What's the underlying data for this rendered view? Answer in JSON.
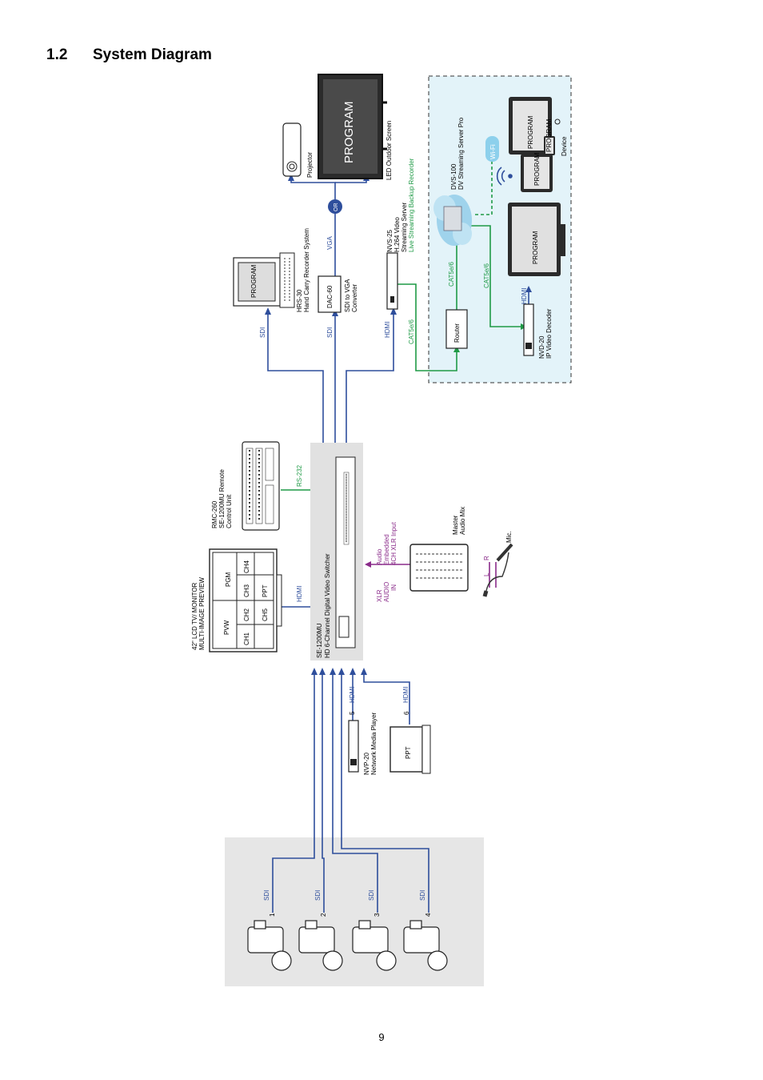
{
  "heading": {
    "number": "1.2",
    "title": "System Diagram"
  },
  "page_number": "9",
  "colors": {
    "sdi": "#2e4e9c",
    "green": "#1f9a46",
    "audio": "#8a2b8a",
    "cloud_area": "#e3f3f9",
    "camera_area": "#e6e6e6"
  },
  "switcher": {
    "model": "SE-1200MU",
    "desc": "HD 6-Channel Digital Video Switcher"
  },
  "monitor": {
    "line1": "42\" LCD TV/ MONITOR",
    "line2": "MULTI-IMAGE PREVIEW",
    "cells": [
      "PVW",
      "PGM",
      "CH1",
      "CH2",
      "CH3",
      "CH4",
      "CH5",
      "PPT"
    ]
  },
  "rmc": {
    "line1": "RMC-260",
    "line2": "SE-1200MU Remote",
    "line3": "Control Unit"
  },
  "hrs": {
    "line1": "HRS-30",
    "line2": "Hand Carry Recorder System",
    "screen": "PROGRAM"
  },
  "dac": {
    "label": "DAC-60",
    "line1": "SDI to VGA",
    "line2": "Converter"
  },
  "projector": {
    "label": "Projector"
  },
  "led": {
    "screen": "PROGRAM",
    "label": "LED Outdoor Screen"
  },
  "or_badge": "OR",
  "nvs": {
    "line1": "NVS-25",
    "line2": "H.264 Video",
    "line3": "Streaming Server",
    "line4": "Live Streaming Backup Recorder"
  },
  "router": "Router",
  "dvs": {
    "line1": "DVS-100",
    "line2": "DV Streaming Server Pro"
  },
  "wifi": "Wi-Fi",
  "device": {
    "label": "Device",
    "screen1": "PROGRAM",
    "screen2": "PROGRAM",
    "screen3": "PROGRAM"
  },
  "nvd": {
    "line1": "NVD-20",
    "line2": "IP Video Decoder",
    "screen": "PROGRAM"
  },
  "mixer": {
    "line1": "Master",
    "line2": "Audio Mix"
  },
  "mic": "Mic.",
  "audio_in": {
    "line1": "XLR",
    "line2": "AUDIO",
    "line3": "IN"
  },
  "audio_emb": {
    "line1": "Audio",
    "line2": "Embedded",
    "line3": "4CH XLR Input"
  },
  "lr": {
    "left": "L",
    "right": "R"
  },
  "nvp": {
    "line1": "NVP-20",
    "line2": "Network Media Player"
  },
  "ppt": "PPT",
  "labels": {
    "sdi": "SDI",
    "hdmi": "HDMI",
    "vga": "VGA",
    "rs232": "RS-232",
    "cat": "CAT5e/6"
  },
  "cameras": [
    "1",
    "2",
    "3",
    "4"
  ],
  "inputs": [
    "5",
    "6"
  ]
}
